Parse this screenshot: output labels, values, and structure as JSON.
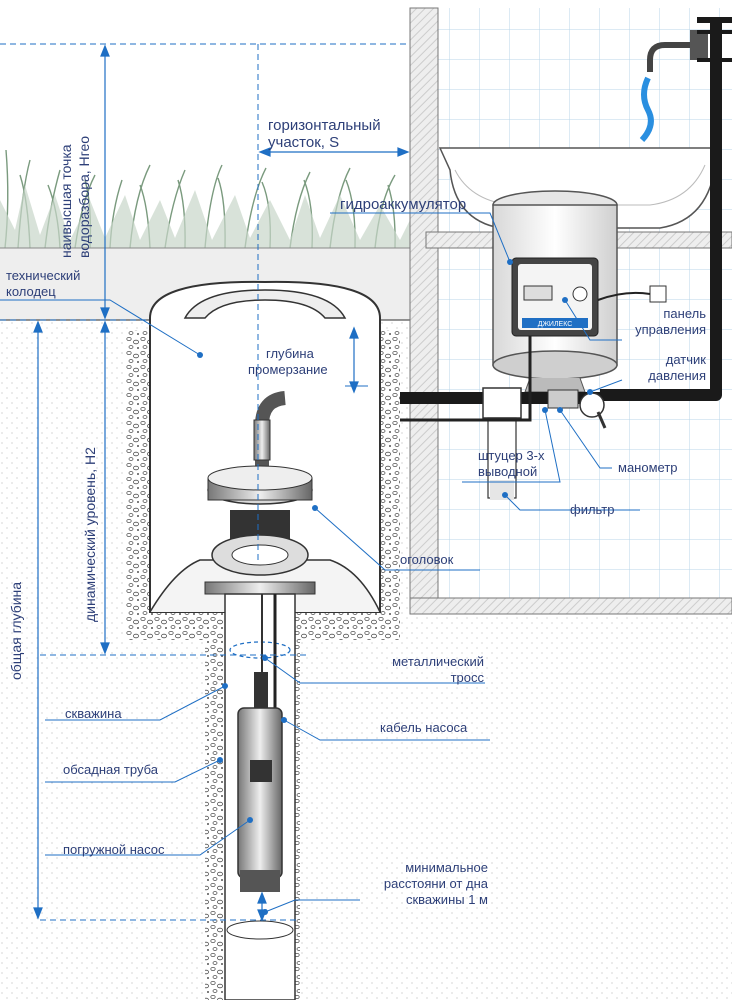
{
  "labels": {
    "gidroakkumulyator": "гидроаккумулятор",
    "gorizontalny_1": "горизонтальный",
    "gorizontalny_2": "участок, S",
    "tekhnichesky_1": "технический",
    "tekhnichesky_2": "колодец",
    "glubina_1": "глубина",
    "glubina_2": "промерзание",
    "panel_1": "панель",
    "panel_2": "управления",
    "datchik_1": "датчик",
    "datchik_2": "давления",
    "manometr": "манометр",
    "shtutser_1": "штуцер 3-х",
    "shtutser_2": "выводной",
    "filtr": "фильтр",
    "ogolovok": "оголовок",
    "tros_1": "металлический",
    "tros_2": "тросс",
    "kabel": "кабель насоса",
    "skvazhina": "скважина",
    "obsadnaya": "обсадная труба",
    "pogruzhnoy": "погружной насос",
    "minimal_1": "минимальное",
    "minimal_2": "расстояни от дна",
    "minimal_3": "скважины 1 м"
  },
  "vertical_labels": {
    "naivysshaya_1": "наивысшая точка",
    "naivysshaya_2": "водоразбора, Hгео",
    "dinamichesky": "динамический уровень, H2",
    "obshchaya": "общая глубина"
  },
  "device_text": {
    "brand": "ДЖИЛЕКС"
  },
  "colors": {
    "accent": "#1f6fc4",
    "label": "#2d3f78",
    "outline": "#333333",
    "pipe": "#1a1a1a",
    "water": "#2a8fe0",
    "grass": "#7a9a7e",
    "soil_light": "#eeeeee",
    "tile": "#cfe3f2"
  }
}
